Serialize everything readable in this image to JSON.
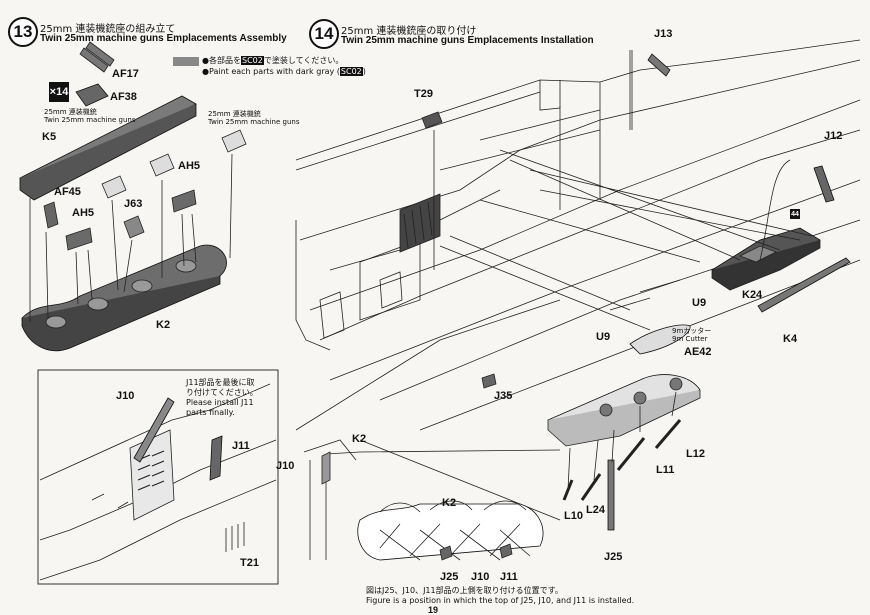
{
  "step13": {
    "number": "13",
    "title_jp": "25mm 連装機銃座の組み立て",
    "title_en": "Twin 25mm machine guns Emplacements Assembly",
    "paint_note_jp_prefix": "●各部品を",
    "paint_code": "SC02",
    "paint_note_jp_suffix": "で塗装してください。",
    "paint_note_en_prefix": "●Paint each parts with dark gray (",
    "paint_note_en_suffix": ")",
    "multiplier": "×14",
    "gun_label_jp": "25mm 連装機銃",
    "gun_label_en": "Twin 25mm machine guns",
    "gun_label2_jp": "25mm 連装機銃",
    "gun_label2_en": "Twin 25mm machine guns",
    "parts": {
      "af17": "AF17",
      "af38": "AF38",
      "k5": "K5",
      "af45": "AF45",
      "ah5a": "AH5",
      "ah5b": "AH5",
      "j63": "J63",
      "k2": "K2"
    }
  },
  "inset": {
    "note_jp": "J11部品を最後に取\nり付けてください。",
    "note_en": "Please install J11\nparts finally.",
    "parts": {
      "j10": "J10",
      "j11": "J11",
      "t21": "T21"
    }
  },
  "step14": {
    "number": "14",
    "title_jp": "25mm 連装機銃座の取り付け",
    "title_en": "Twin 25mm machine guns Emplacements Installation",
    "cutter_jp": "9mカッター",
    "cutter_en": "9m Cutter",
    "badge": "44",
    "parts": {
      "j13": "J13",
      "t29": "T29",
      "j12": "J12",
      "k24": "K24",
      "u9a": "U9",
      "u9b": "U9",
      "ae42": "AE42",
      "k4": "K4",
      "j35": "J35",
      "k2": "K2",
      "j10": "J10",
      "l12": "L12",
      "l11": "L11",
      "l10": "L10",
      "l24": "L24",
      "j25": "J25",
      "k2b": "K2",
      "j25b": "J25",
      "j10b": "J10",
      "j11b": "J11"
    },
    "footnote_jp": "図はJ25、J10、J11部品の上側を取り付ける位置です。",
    "footnote_en": "Figure is a position in which the top of J25, J10, and J11 is installed."
  },
  "page_number": "19"
}
